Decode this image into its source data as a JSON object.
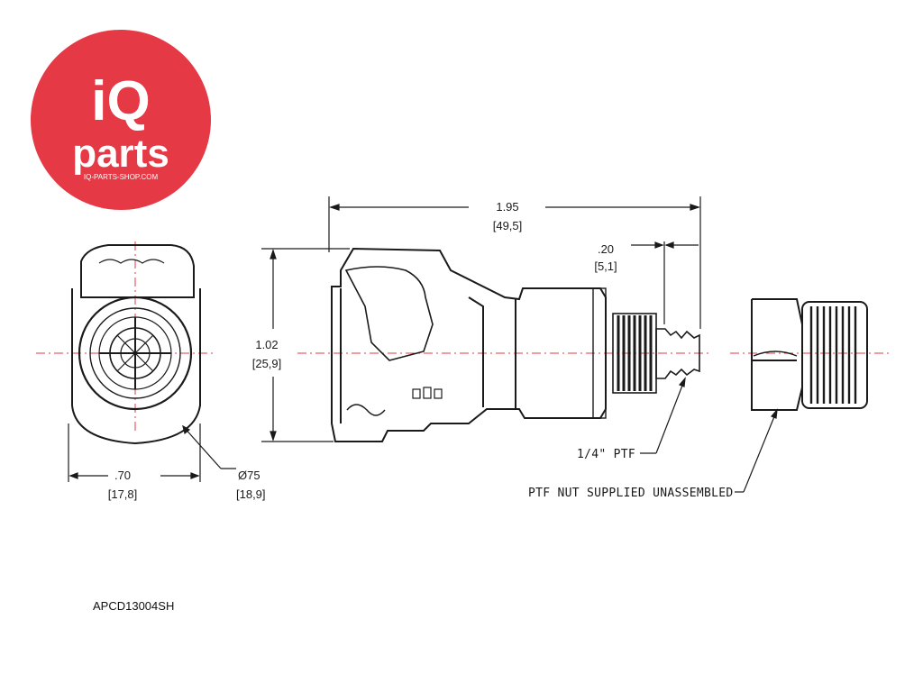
{
  "logo": {
    "brand_top": "iQ",
    "brand_bottom": "parts",
    "url": "IQ-PARTS-SHOP.COM",
    "color": "#e63946"
  },
  "dimensions": {
    "overall_length_in": "1.95",
    "overall_length_mm": "[49,5]",
    "thread_length_in": ".20",
    "thread_length_mm": "[5,1]",
    "height_in": "1.02",
    "height_mm": "[25,9]",
    "width_in": ".70",
    "width_mm": "[17,8]",
    "diameter_in": "Ø75",
    "diameter_mm": "[18,9]"
  },
  "callouts": {
    "thread_label": "1/4\" PTF",
    "nut_label": "PTF NUT SUPPLIED UNASSEMBLED"
  },
  "part_number": "APCD13004SH",
  "colors": {
    "centerline": "#e63946",
    "line": "#1a1a1a"
  }
}
